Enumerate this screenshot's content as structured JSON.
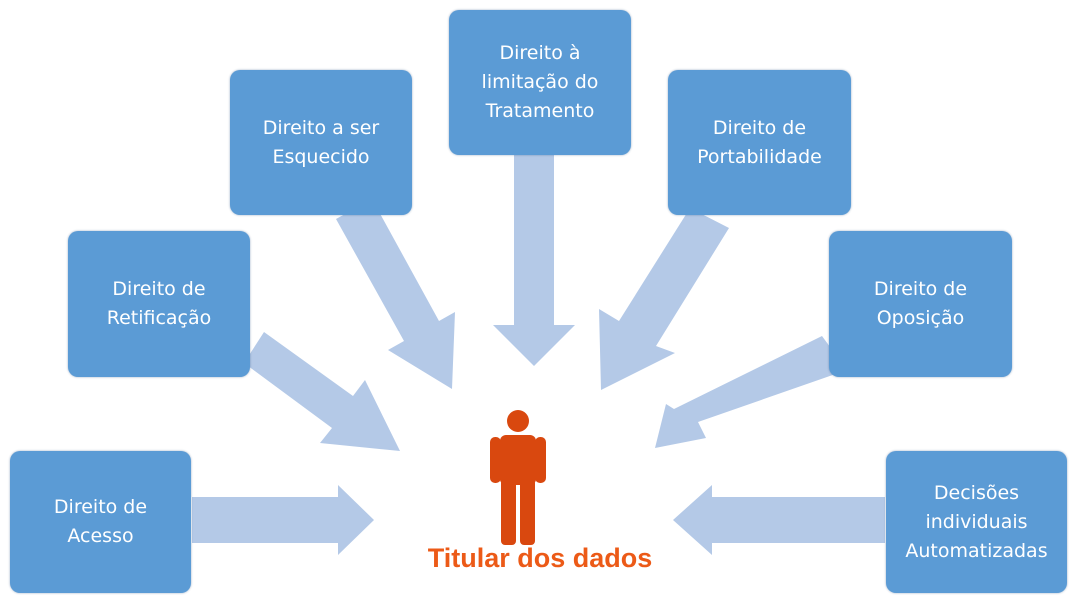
{
  "diagram": {
    "center": {
      "label": "Titular dos dados",
      "icon": "person-icon",
      "color": "#ec5a17"
    },
    "box_color": "#5b9bd5",
    "arrow_color": "#b4c9e7",
    "rights": [
      {
        "id": "acesso",
        "label": "Direito de\nAcesso"
      },
      {
        "id": "retificacao",
        "label": "Direito de\nRetificação"
      },
      {
        "id": "esquecido",
        "label": "Direito a ser\nEsquecido"
      },
      {
        "id": "limitacao",
        "label": "Direito à\nlimitação do\nTratamento"
      },
      {
        "id": "portabilidade",
        "label": "Direito de\nPortabilidade"
      },
      {
        "id": "oposicao",
        "label": "Direito de\nOposição"
      },
      {
        "id": "decisoes",
        "label": "Decisões\nindividuais\nAutomatizadas"
      }
    ]
  }
}
